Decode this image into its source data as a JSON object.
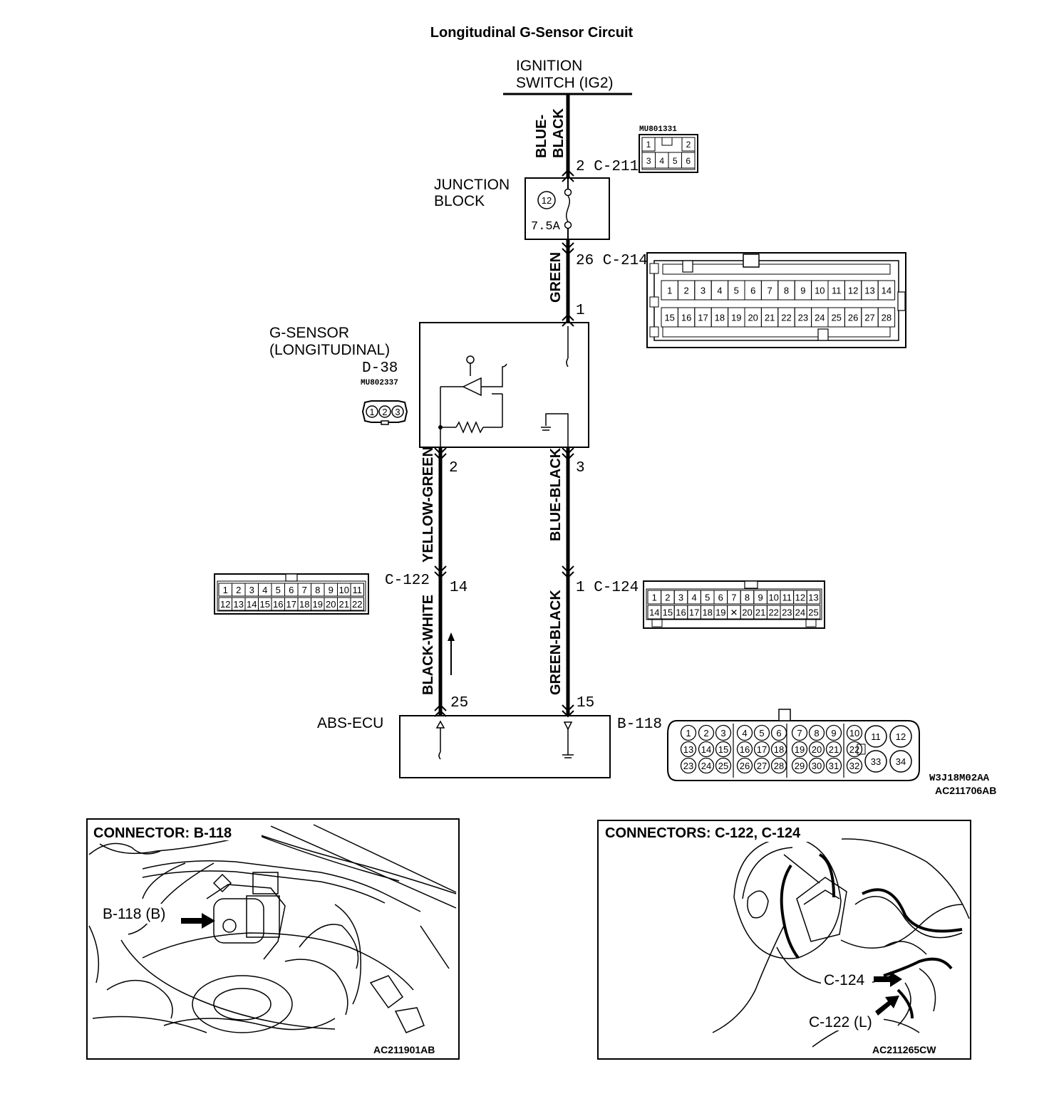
{
  "title": "Longitudinal G-Sensor Circuit",
  "power_source": {
    "line1": "IGNITION",
    "line2": "SWITCH (IG2)"
  },
  "wires": {
    "top_line1": "BLUE-",
    "top_line2": "BLACK",
    "green": "GREEN",
    "yellow_green": "YELLOW-GREEN",
    "blue_black": "BLUE-BLACK",
    "black_white": "BLACK-WHITE",
    "green_black": "GREEN-BLACK"
  },
  "junction_block": {
    "line1": "JUNCTION",
    "line2": "BLOCK",
    "fuse_number": "12",
    "fuse_rating": "7.5A"
  },
  "g_sensor": {
    "line1": "G-SENSOR",
    "line2": "(LONGITUDINAL)",
    "connector": "D-38",
    "part_number": "MU802337",
    "pins": [
      "1",
      "2",
      "3"
    ]
  },
  "abs_ecu": {
    "label": "ABS-ECU",
    "connector": "B-118"
  },
  "pin_labels": {
    "c211": "2 C-211",
    "c214": "26 C-214",
    "sensor_pin1": "1",
    "sensor_pin2": "2",
    "sensor_pin3": "3",
    "c122": "C-122",
    "c122_pin": "14",
    "c124": "1 C-124",
    "ecu_pin25": "25",
    "ecu_pin15": "15"
  },
  "connectors": {
    "mu801331": {
      "part_number": "MU801331",
      "row1": [
        "1",
        "",
        "2"
      ],
      "row2": [
        "3",
        "4",
        "5",
        "6"
      ]
    },
    "c214": {
      "row1": [
        "1",
        "2",
        "3",
        "4",
        "5",
        "6",
        "7",
        "8",
        "9",
        "10",
        "11",
        "12",
        "13",
        "14"
      ],
      "row2": [
        "15",
        "16",
        "17",
        "18",
        "19",
        "20",
        "21",
        "22",
        "23",
        "24",
        "25",
        "26",
        "27",
        "28"
      ]
    },
    "c122": {
      "row1": [
        "1",
        "2",
        "3",
        "4",
        "5",
        "6",
        "7",
        "8",
        "9",
        "10",
        "11"
      ],
      "row2": [
        "12",
        "13",
        "14",
        "15",
        "16",
        "17",
        "18",
        "19",
        "20",
        "21",
        "22"
      ]
    },
    "c124": {
      "row1": [
        "1",
        "2",
        "3",
        "4",
        "5",
        "6",
        "7",
        "8",
        "9",
        "10",
        "11",
        "12",
        "13"
      ],
      "row2": [
        "14",
        "15",
        "16",
        "17",
        "18",
        "19",
        "✕",
        "20",
        "21",
        "22",
        "23",
        "24",
        "25"
      ]
    },
    "b118": {
      "row1": [
        "1",
        "2",
        "3",
        "4",
        "5",
        "6",
        "7",
        "8",
        "9",
        "10"
      ],
      "row2": [
        "13",
        "14",
        "15",
        "16",
        "17",
        "18",
        "19",
        "20",
        "21",
        "22"
      ],
      "row3": [
        "23",
        "24",
        "25",
        "26",
        "27",
        "28",
        "29",
        "30",
        "31",
        "32"
      ],
      "big": [
        "11",
        "12",
        "33",
        "34"
      ]
    }
  },
  "figure_refs": {
    "main_code1": "W3J18M02AA",
    "main_code2": "AC211706AB"
  },
  "panel_left": {
    "title": "CONNECTOR: B-118",
    "callout": "B-118 (B)",
    "ref": "AC211901AB"
  },
  "panel_right": {
    "title": "CONNECTORS: C-122, C-124",
    "callout1": "C-124",
    "callout2": "C-122 (L)",
    "ref": "AC211265CW"
  }
}
